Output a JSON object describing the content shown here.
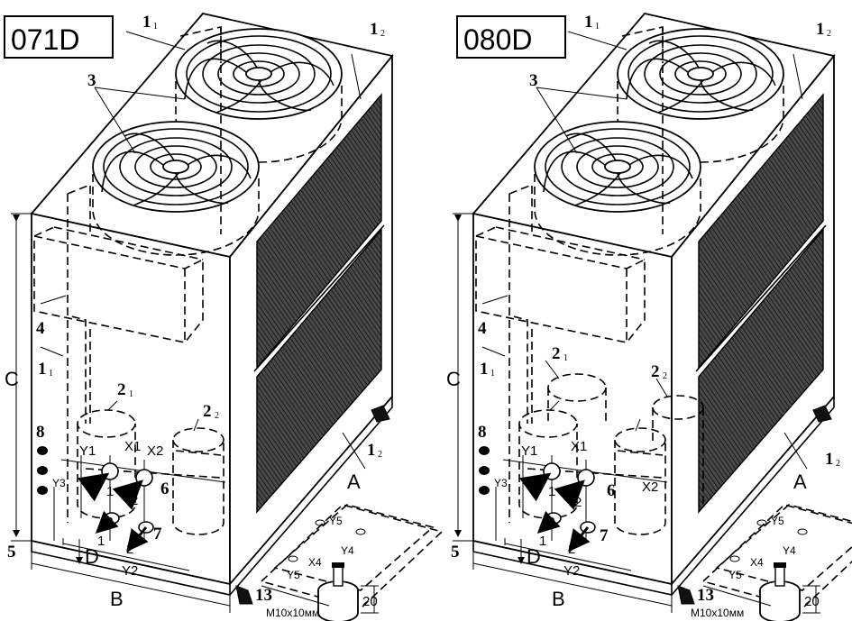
{
  "left": {
    "model": "071D",
    "callouts": {
      "c1a": "1",
      "c1a_sub": "1",
      "c1b": "1",
      "c1b_sub": "2",
      "c3": "3",
      "c4": "4",
      "c1c": "1",
      "c1c_sub": "1",
      "c2a": "2",
      "c2a_sub": "1",
      "c2b": "2",
      "c2b_sub": "2",
      "c8": "8",
      "c6": "6",
      "c7": "7",
      "c5": "5",
      "c1d": "1",
      "c1d_sub": "2",
      "c13": "13"
    },
    "labels": {
      "C": "C",
      "B": "B",
      "A": "A",
      "D": "D",
      "Y1": "Y1",
      "X1": "X1",
      "X2": "X2",
      "Y3": "Y3",
      "Y2": "Y2",
      "Y4": "Y4",
      "Y5a": "Y5",
      "Y5b": "Y5",
      "X4": "X4",
      "p1": "1",
      "p2": "2",
      "p1b": "1",
      "p2b": "2",
      "dim20": "20",
      "bolt": "M10x10мм"
    }
  },
  "right": {
    "model": "080D",
    "callouts": {
      "c1a": "1",
      "c1a_sub": "1",
      "c1b": "1",
      "c1b_sub": "2",
      "c3": "3",
      "c4": "4",
      "c1c": "1",
      "c1c_sub": "1",
      "c2a": "2",
      "c2a_sub": "1",
      "c2b": "2",
      "c2b_sub": "2",
      "c8": "8",
      "c6": "6",
      "c7": "7",
      "c5": "5",
      "c1d": "1",
      "c1d_sub": "2",
      "c13": "13"
    },
    "labels": {
      "C": "C",
      "B": "B",
      "A": "A",
      "D": "D",
      "Y1": "Y1",
      "X1": "X1",
      "X2": "X2",
      "Y3": "Y3",
      "Y2": "Y2",
      "Y4": "Y4",
      "Y5a": "Y5",
      "Y5b": "Y5",
      "X4": "X4",
      "p1": "1",
      "p2": "2",
      "p1b": "1",
      "p2b": "2",
      "dim20": "20",
      "bolt": "M10x10мм"
    }
  }
}
